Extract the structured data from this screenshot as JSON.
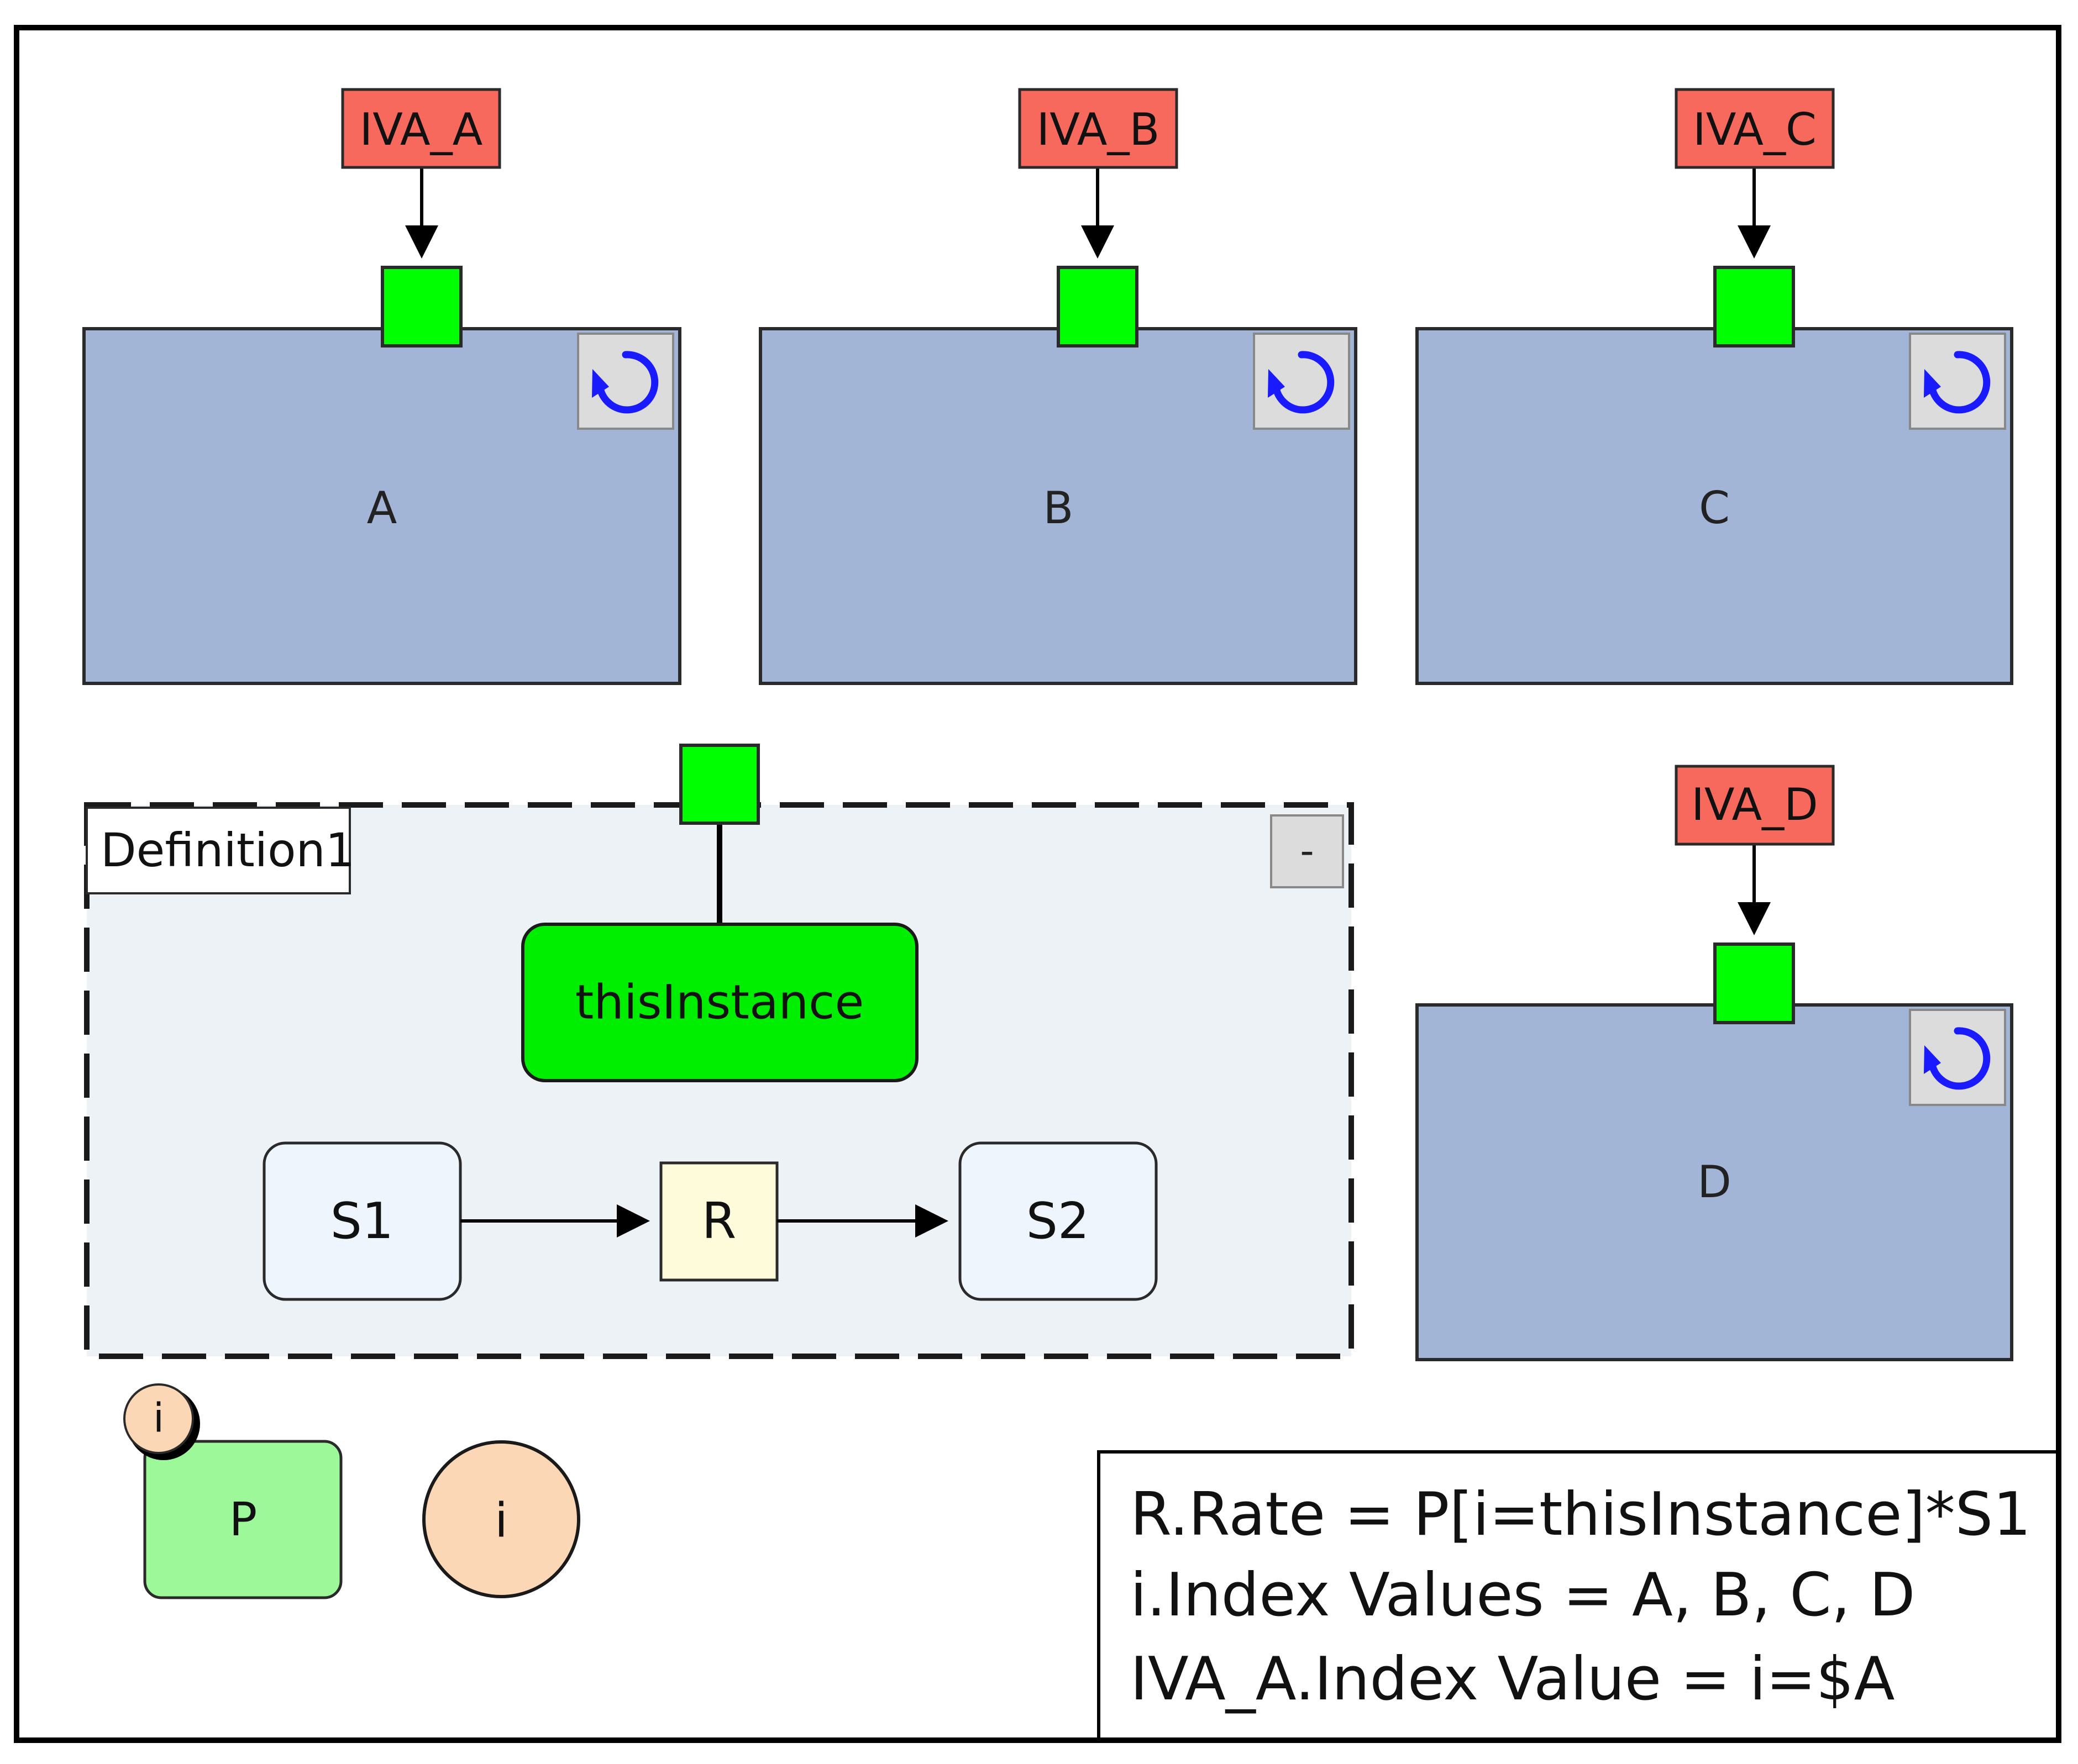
{
  "colors": {
    "module_fill": "#a2b5d6",
    "port_fill": "#00ff00",
    "iva_fill": "#f8695d",
    "definition_fill": "#ecf2f6",
    "stock_fill": "#eef5fd",
    "rate_fill": "#fefbdb",
    "param_fill": "#9cf899",
    "index_fill": "#fcd7b5",
    "cycle_icon_color": "#1a1aff",
    "button_fill": "#dcdcdc"
  },
  "modules": [
    {
      "label": "A",
      "iva": "IVA_A",
      "icon": "cycle-icon"
    },
    {
      "label": "B",
      "iva": "IVA_B",
      "icon": "cycle-icon"
    },
    {
      "label": "C",
      "iva": "IVA_C",
      "icon": "cycle-icon"
    },
    {
      "label": "D",
      "iva": "IVA_D",
      "icon": "cycle-icon"
    }
  ],
  "definition": {
    "title": "Definition1",
    "collapse_label": "-",
    "this_instance": "thisInstance",
    "stock1": "S1",
    "rate": "R",
    "stock2": "S2"
  },
  "param": {
    "label": "P",
    "badge": "i"
  },
  "index": {
    "label": "i"
  },
  "notes": [
    "R.Rate = P[i=thisInstance]*S1",
    "i.Index Values = A, B, C, D",
    "IVA_A.Index Value = i=$A"
  ]
}
